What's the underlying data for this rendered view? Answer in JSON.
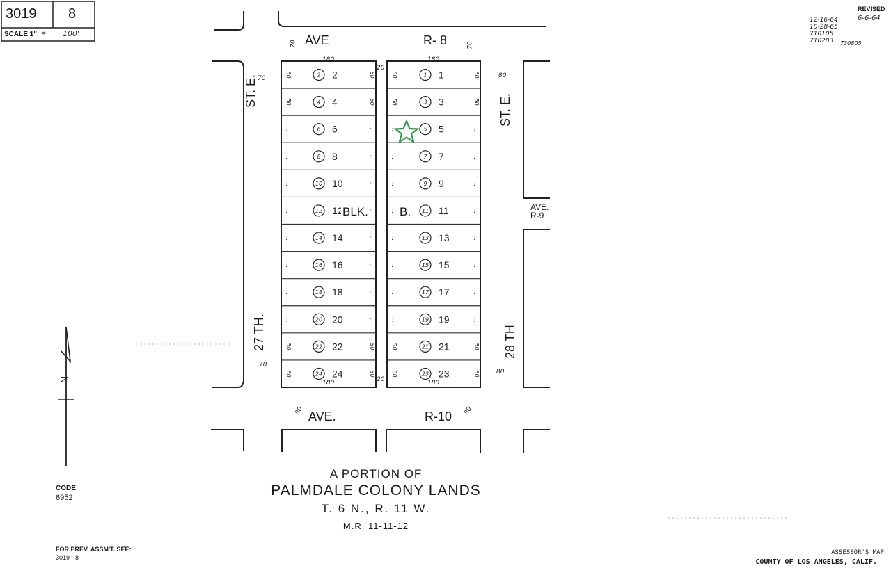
{
  "header_box": {
    "map_book": "3019",
    "page": "8",
    "scale_label": "SCALE 1\"",
    "scale_eq": "=",
    "scale_value": "100'"
  },
  "revised": {
    "label": "REVISED",
    "dates": [
      "6-6-64",
      "12-16-64",
      "10-28-65",
      "710105",
      "710203",
      "730805"
    ]
  },
  "streets": {
    "ave_r8_left": "AVE",
    "ave_r8_right": "R- 8",
    "ave_r10_left": "AVE.",
    "ave_r10_right": "R-10",
    "ave_r9": "AVE. R-9",
    "st_e_left": "ST. E.",
    "st_e_right": "ST. E.",
    "st_27": "27 TH.",
    "st_28": "28 TH"
  },
  "block_label_left": "BLK.",
  "block_label_right": "B.",
  "dimensions": {
    "top": "180",
    "bottom": "180",
    "alley": "20",
    "street_70": "70",
    "street_80": "80",
    "lot_60": "60",
    "lot_50": "50",
    "lot_tick": ":"
  },
  "lots_left": [
    {
      "parcel": "2",
      "lot": "2"
    },
    {
      "parcel": "4",
      "lot": "4"
    },
    {
      "parcel": "6",
      "lot": "6"
    },
    {
      "parcel": "8",
      "lot": "8"
    },
    {
      "parcel": "10",
      "lot": "10"
    },
    {
      "parcel": "12",
      "lot": "12"
    },
    {
      "parcel": "14",
      "lot": "14"
    },
    {
      "parcel": "16",
      "lot": "16"
    },
    {
      "parcel": "18",
      "lot": "18"
    },
    {
      "parcel": "20",
      "lot": "20"
    },
    {
      "parcel": "22",
      "lot": "22"
    },
    {
      "parcel": "24",
      "lot": "24"
    }
  ],
  "lots_right": [
    {
      "parcel": "1",
      "lot": "1"
    },
    {
      "parcel": "3",
      "lot": "3"
    },
    {
      "parcel": "5",
      "lot": "5"
    },
    {
      "parcel": "7",
      "lot": "7"
    },
    {
      "parcel": "9",
      "lot": "9"
    },
    {
      "parcel": "11",
      "lot": "11"
    },
    {
      "parcel": "13",
      "lot": "13"
    },
    {
      "parcel": "15",
      "lot": "15"
    },
    {
      "parcel": "17",
      "lot": "17"
    },
    {
      "parcel": "19",
      "lot": "19"
    },
    {
      "parcel": "21",
      "lot": "21"
    },
    {
      "parcel": "23",
      "lot": "23"
    }
  ],
  "highlight": {
    "lot": "5",
    "color": "#2e9b47",
    "icon": "star-icon"
  },
  "north_arrow": {
    "label": "N"
  },
  "title": {
    "line1": "A PORTION OF",
    "line2": "PALMDALE COLONY LANDS",
    "line3": "T. 6 N., R. 11 W.",
    "line4": "M.R. 11-11-12"
  },
  "code": {
    "label": "CODE",
    "value": "6952"
  },
  "prev": {
    "label": "FOR PREV. ASSM'T. SEE:",
    "value": "3019 - 8"
  },
  "footer": {
    "line1": "ASSESSOR'S MAP",
    "line2": "COUNTY OF LOS ANGELES, CALIF."
  }
}
